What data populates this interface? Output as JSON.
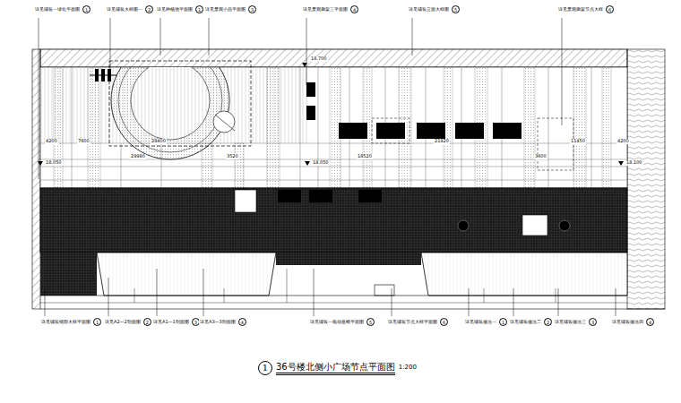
{
  "diagram": {
    "title": "36号楼北侧小广场节点平面图",
    "labels": [
      "详见铺装一绿化平面图",
      "1",
      "详见铺装大样图一",
      "2",
      "详见种植池平面图",
      "1",
      "详见景观小品平面图",
      "3",
      "详见景观廊架三平面图",
      "4",
      "详见铺装立面大样图",
      "5",
      "详见景观廊架节点大样",
      "6",
      "详见铺装细部大样平面图",
      "1",
      "详见A2—2剖面图",
      "2",
      "详见A1—1剖面图",
      "3",
      "详见A3—3剖面图",
      "4",
      "详见铺装一电动座椅平面图",
      "5",
      "详见铺装节点大样平面图",
      "6",
      "详见铺装做法一",
      "1",
      "详见铺装做法二",
      "2",
      "详见铺装做法三",
      "3",
      "详见铺装做法四",
      "4",
      "4200",
      "7600",
      "28400",
      "21920",
      "11450",
      "4200",
      "29980",
      "3520",
      "18520",
      "3600",
      "18.700",
      "18.050",
      "18.050",
      "18.100",
      "1",
      "1:200"
    ]
  }
}
